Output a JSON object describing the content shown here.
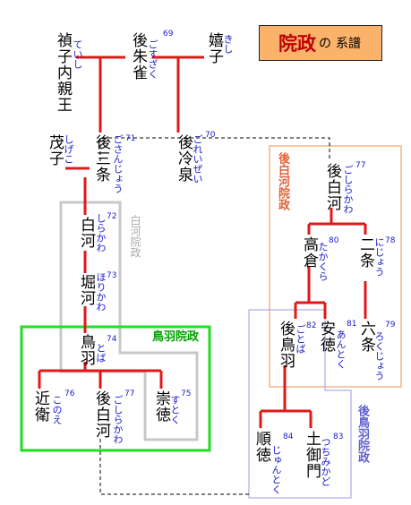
{
  "title": {
    "main": "院政",
    "particle": "の",
    "sub": "系譜"
  },
  "colors": {
    "line": "#e01818",
    "kana": "#1a1acc",
    "shirakawa_box": "#c8c8c8",
    "toba_box": "#22dd22",
    "goshirakawa_box": "#f0a070",
    "gotoba_box": "#9a9ae0",
    "title_bg": "#fbb36c"
  },
  "persons": {
    "teishi": {
      "name": "禎子内親王",
      "kana": "ていし"
    },
    "gosuzaku": {
      "name": "後朱雀",
      "kana": "ごすざく",
      "num": "69"
    },
    "kishi": {
      "name": "嬉子",
      "kana": "きし"
    },
    "shigeko": {
      "name": "茂子",
      "kana": "しげこ"
    },
    "gosanjo": {
      "name": "後三条",
      "kana": "ごさんじょう",
      "num": "71"
    },
    "goreizei": {
      "name": "後冷泉",
      "kana": "ごれいぜい",
      "num": "70"
    },
    "shirakawa": {
      "name": "白河",
      "kana": "しらかわ",
      "num": "72"
    },
    "horikawa": {
      "name": "堀河",
      "kana": "ほりかわ",
      "num": "73"
    },
    "toba": {
      "name": "鳥羽",
      "kana": "とば",
      "num": "74"
    },
    "konoe": {
      "name": "近衛",
      "kana": "このえ",
      "num": "76"
    },
    "goshirakawa_l": {
      "name": "後白河",
      "kana": "ごしらかわ",
      "num": "77"
    },
    "sutoku": {
      "name": "崇徳",
      "kana": "すとく",
      "num": "75"
    },
    "goshirakawa_r": {
      "name": "後白河",
      "kana": "ごしらかわ",
      "num": "77"
    },
    "takakura": {
      "name": "高倉",
      "kana": "たかくら",
      "num": "80"
    },
    "nijo": {
      "name": "二条",
      "kana": "にじょう",
      "num": "78"
    },
    "gotoba": {
      "name": "後鳥羽",
      "kana": "ごとば",
      "num": "82"
    },
    "antoku": {
      "name": "安徳",
      "kana": "あんとく",
      "num": "81"
    },
    "rokujo": {
      "name": "六条",
      "kana": "ろくじょう",
      "num": "79"
    },
    "juntoku": {
      "name": "順徳",
      "kana": "じゅんとく",
      "num": "84"
    },
    "tsuchimikado": {
      "name": "土御門",
      "kana": "つちみかど",
      "num": "83"
    }
  },
  "insei_labels": {
    "shirakawa": "白河院政",
    "toba": "鳥羽院政",
    "goshirakawa": "後白河院政",
    "gotoba": "後鳥羽院政"
  }
}
